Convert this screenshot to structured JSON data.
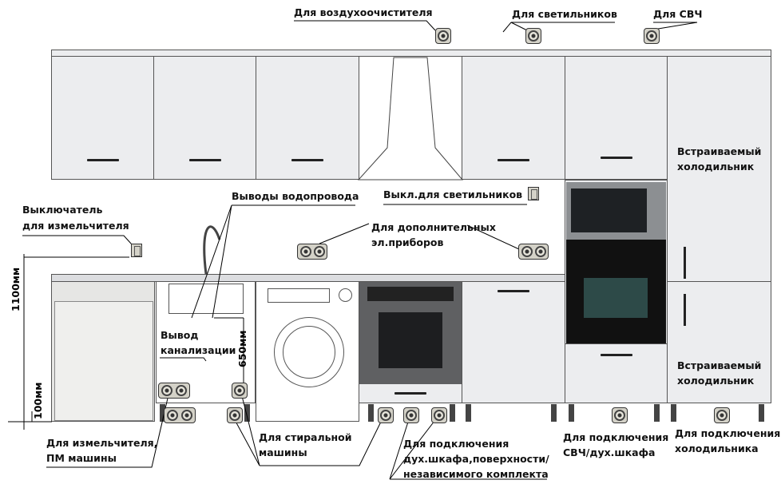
{
  "labels": {
    "air_purifier": "Для воздухоочистителя",
    "lights": "Для светильников",
    "microwave": "Для СВЧ",
    "light_switch": "Выкл.для светильников",
    "fridge_top_1": "Встраиваемый",
    "fridge_top_2": "холодильник",
    "grinder_switch_1": "Выключатель",
    "grinder_switch_2": "для измельчителя",
    "water_outlets": "Выводы водопровода",
    "extra_1": "Для дополнительных",
    "extra_2": "эл.приборов",
    "height_1100": "1100мм",
    "height_100": "100мм",
    "height_650": "650мм",
    "sewer_1": "Вывод",
    "sewer_2": "канализации",
    "fridge_bottom_1": "Встраиваемый",
    "fridge_bottom_2": "холодильник",
    "grinder_dw_1": "Для измельчителя,",
    "grinder_dw_2": "ПМ машины",
    "washer_1": "Для стиральной",
    "washer_2": "машины",
    "oven_1": "Для подключения",
    "oven_2": "дух.шкафа,поверхности/",
    "oven_3": "независимого комплекта",
    "mw_oven_1": "Для подключения",
    "mw_oven_2": "СВЧ/дух.шкафа",
    "fridge_conn_1": "Для подключения",
    "fridge_conn_2": "холодильника"
  }
}
